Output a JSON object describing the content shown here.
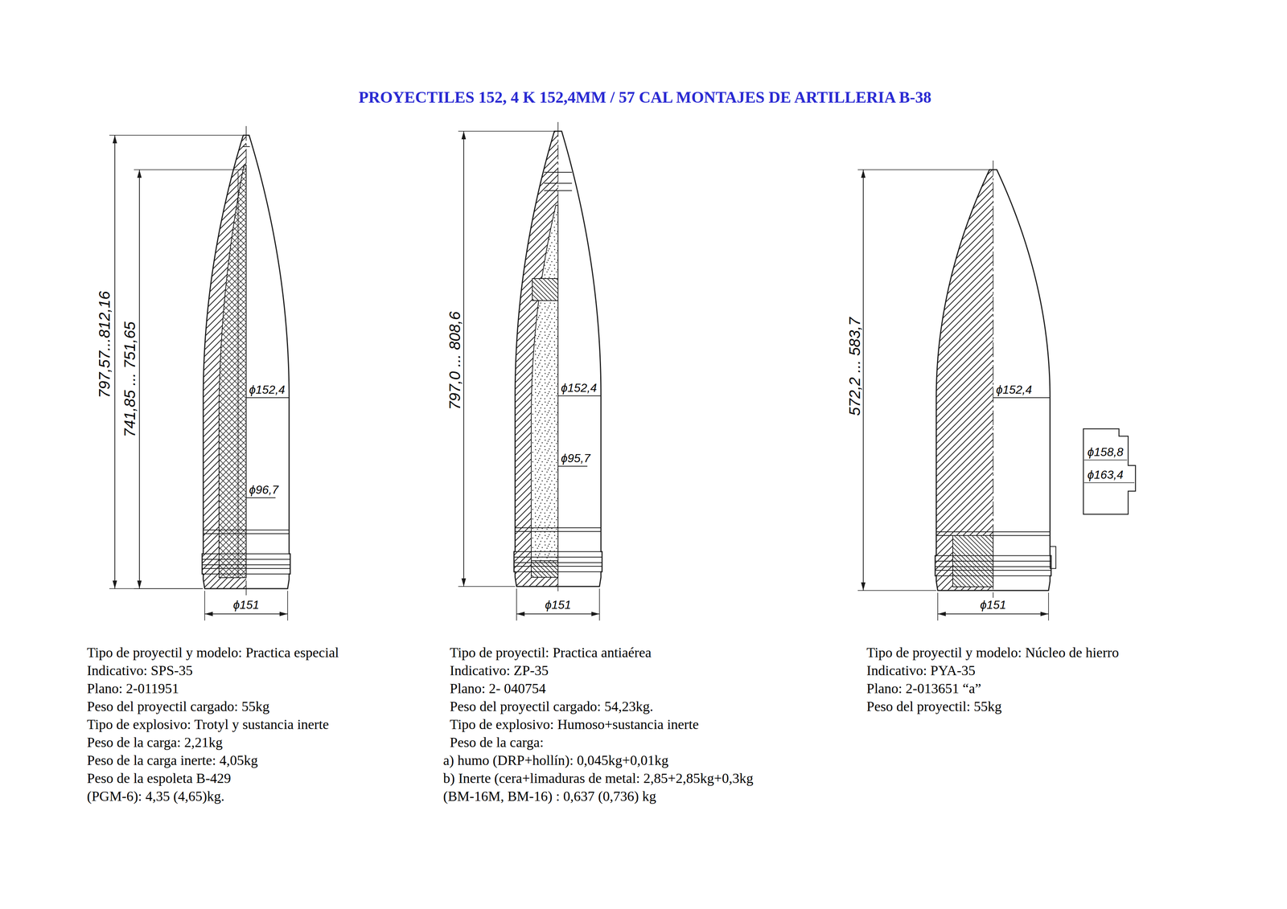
{
  "diagram": {
    "title": "PROYECTILES 152, 4 K 152,4MM / 57 CAL  MONTAJES DE ARTILLERIA B-38",
    "labels": [
      "797,57...812,16",
      "741,85 ... 751,65",
      "ϕ152,4",
      "ϕ96,7",
      "ϕ151",
      "797,0 ... 808,6",
      "ϕ152,4",
      "ϕ95,7",
      "ϕ151",
      "572,2 ... 583,7",
      "ϕ152,4",
      "ϕ158,8",
      "ϕ163,4",
      "ϕ151",
      "Tipo de proyectil y modelo: Practica especial",
      "Indicativo: SPS-35",
      "Plano: 2-011951",
      "Peso del proyectil cargado: 55kg",
      "Tipo de explosivo: Trotyl y sustancia inerte",
      "Peso de la carga: 2,21kg",
      "Peso de la carga inerte: 4,05kg",
      "Peso de la espoleta B-429",
      "(PGM-6): 4,35 (4,65)kg.",
      "Tipo de proyectil: Practica antiaérea",
      "Indicativo: ZP-35",
      "Plano: 2- 040754",
      "Peso del proyectil cargado: 54,23kg.",
      "Tipo de explosivo: Humoso+sustancia inerte",
      "Peso de la carga:",
      "a) humo (DRP+hollín): 0,045kg+0,01kg",
      "b) Inerte (cera+limaduras de metal: 2,85+2,85kg+0,3kg",
      "(BM-16M, BM-16) : 0,637 (0,736) kg",
      "Tipo de proyectil y modelo: Núcleo de hierro",
      "Indicativo: PYA-35",
      "Plano: 2-013651 “a”",
      "Peso del proyectil: 55kg"
    ]
  }
}
